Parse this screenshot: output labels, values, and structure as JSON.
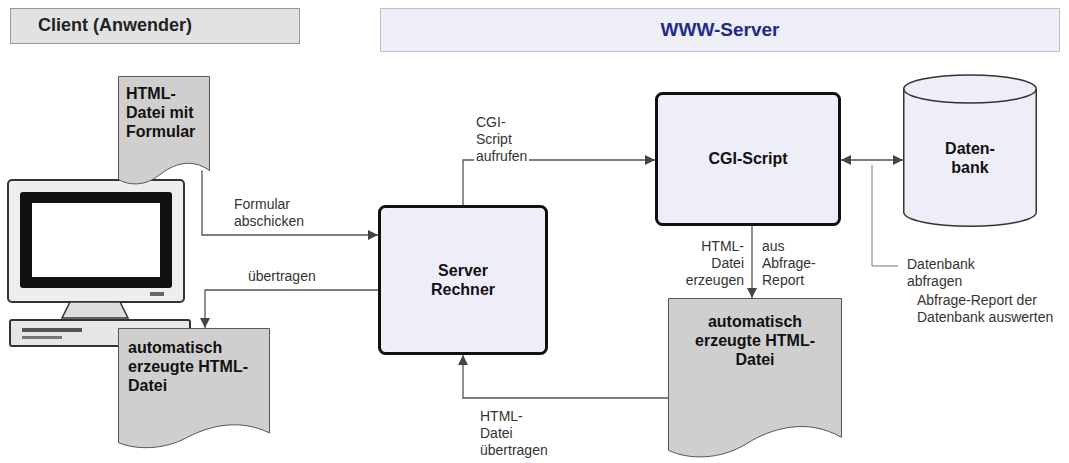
{
  "diagram": {
    "nodes": [
      {
        "text": [
          "Client (Anwender)"
        ]
      },
      {
        "text": [
          "WWW-Server"
        ]
      },
      {
        "text": [
          "HTML-Datei mit Formular"
        ]
      },
      {
        "text": [
          "Server Rechner"
        ]
      },
      {
        "text": [
          "CGI-Script"
        ]
      },
      {
        "text": [
          "Daten- bank"
        ]
      },
      {
        "text": [
          "automatisch erzeugte HTML-Datei"
        ]
      },
      {
        "text": [
          "automatisch erzeugte HTML-Datei"
        ]
      }
    ],
    "edges": [
      {
        "from": 2,
        "to": 3,
        "label": "Formular abschicken",
        "arrow": "to"
      },
      {
        "from": 3,
        "to": 4,
        "label": "CGI-Script aufrufen",
        "arrow": "to"
      },
      {
        "from": 3,
        "to": 6,
        "label": "übertragen",
        "arrow": "to"
      },
      {
        "from": 4,
        "to": 5,
        "arrow": "both"
      },
      {
        "from": 4,
        "to": 7,
        "label": "HTML-Datei erzeugen",
        "arrow": "to"
      },
      {
        "from": 7,
        "to": 3,
        "label": "HTML-Datei übertragen",
        "arrow": "to"
      }
    ],
    "labels": [
      "aus Abfrage-Report",
      "Datenbank abfragen",
      "Abfrage-Report der Datenbank auswerten"
    ]
  }
}
